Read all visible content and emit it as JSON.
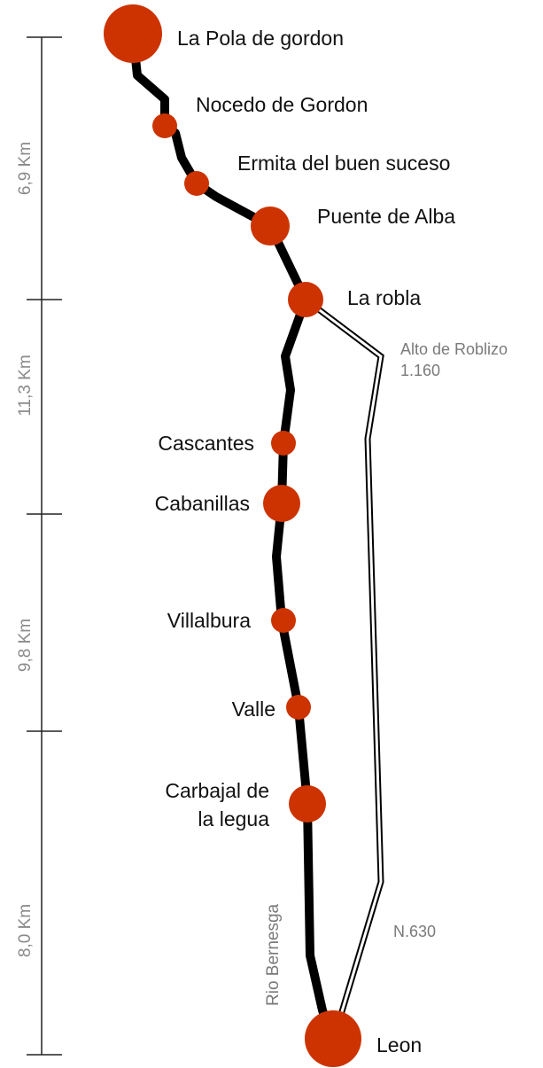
{
  "colors": {
    "stop": "#cc3300",
    "route": "#000000",
    "road": "#000000",
    "scale": "#222222",
    "muted_text": "#7a7a7a"
  },
  "stops": [
    {
      "id": "la-pola-de-gordon",
      "label": [
        "La Pola de gordon"
      ]
    },
    {
      "id": "nocedo-de-gordon",
      "label": [
        "Nocedo de Gordon"
      ]
    },
    {
      "id": "ermita-del-buen-suceso",
      "label": [
        "Ermita del buen suceso"
      ]
    },
    {
      "id": "puente-de-alba",
      "label": [
        "Puente de Alba"
      ]
    },
    {
      "id": "la-robla",
      "label": [
        "La robla"
      ]
    },
    {
      "id": "cascantes",
      "label": [
        "Cascantes"
      ]
    },
    {
      "id": "cabanillas",
      "label": [
        "Cabanillas"
      ]
    },
    {
      "id": "villalbura",
      "label": [
        "Villalbura"
      ]
    },
    {
      "id": "valle",
      "label": [
        "Valle"
      ]
    },
    {
      "id": "carbajal-de-la-legua",
      "label": [
        "Carbajal de",
        "la legua"
      ]
    },
    {
      "id": "leon",
      "label": [
        "Leon"
      ]
    }
  ],
  "road": {
    "pass_name": "Alto de Roblizo",
    "pass_altitude": "1.160",
    "road_name": "N.630"
  },
  "river": {
    "name": "Rio Bernesga"
  },
  "distances": [
    {
      "id": "segment-1",
      "label": "6,9 Km"
    },
    {
      "id": "segment-2",
      "label": "11,3 Km"
    },
    {
      "id": "segment-3",
      "label": "9,8 Km"
    },
    {
      "id": "segment-4",
      "label": "8,0 Km"
    }
  ]
}
